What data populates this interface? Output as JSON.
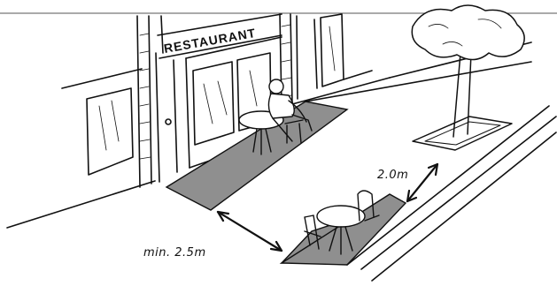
{
  "sign": {
    "text": "RESTAURANT"
  },
  "dimensions": {
    "frontage_clearance": "min. 2.5m",
    "kerb_clearance": "2.0m"
  },
  "colors": {
    "ink": "#111111",
    "zone_fill": "#8f8f8f",
    "background": "#ffffff"
  }
}
